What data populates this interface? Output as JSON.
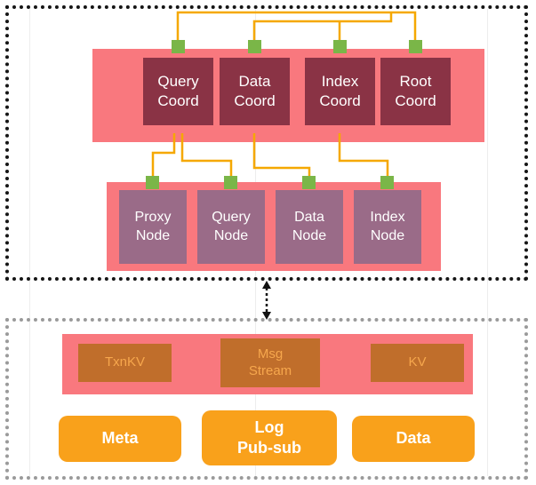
{
  "colors": {
    "pink_band": "#F9787E",
    "coord_box": "#8A3345",
    "node_box": "#9A6B88",
    "green_square": "#7AB648",
    "connector_line": "#F5A800",
    "storage_box": "#C06E2B",
    "storage_text": "#F6A74D",
    "base_box": "#F9A11B",
    "top_border": "#151515",
    "bottom_border": "#9A9A9A",
    "arrow": "#111111"
  },
  "top_section": {
    "coords": [
      {
        "label": "Query Coord"
      },
      {
        "label": "Data Coord"
      },
      {
        "label": "Index Coord"
      },
      {
        "label": "Root Coord"
      }
    ],
    "nodes": [
      {
        "label": "Proxy Node"
      },
      {
        "label": "Query Node"
      },
      {
        "label": "Data Node"
      },
      {
        "label": "Index Node"
      }
    ]
  },
  "bottom_section": {
    "storage": [
      {
        "label": "TxnKV"
      },
      {
        "label": "Msg Stream"
      },
      {
        "label": "KV"
      }
    ],
    "base": [
      {
        "label": "Meta"
      },
      {
        "label": "Log Pub-sub"
      },
      {
        "label": "Data"
      }
    ]
  }
}
